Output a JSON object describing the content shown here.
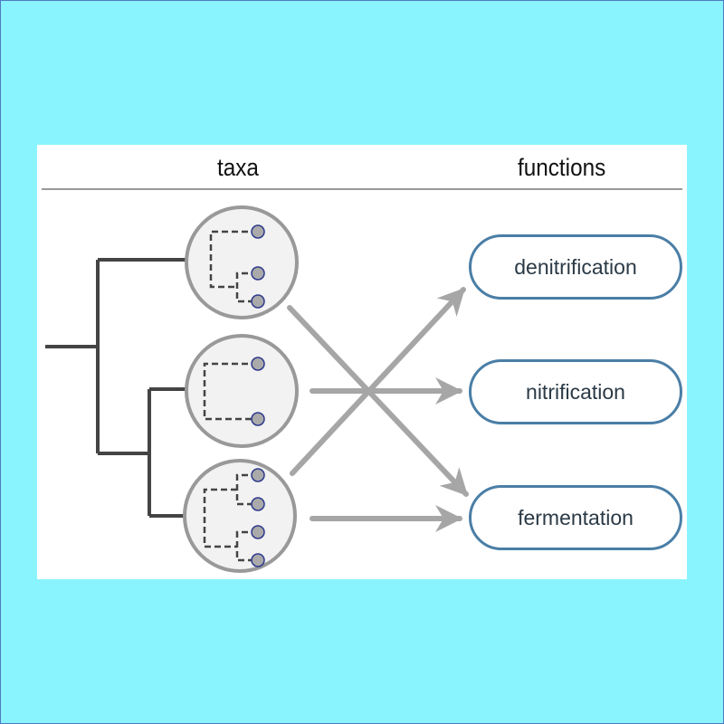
{
  "header": {
    "taxa_label": "taxa",
    "functions_label": "functions"
  },
  "functions": [
    {
      "id": "denitrification",
      "label": "denitrification"
    },
    {
      "id": "nitrification",
      "label": "nitrification"
    },
    {
      "id": "fermentation",
      "label": "fermentation"
    }
  ],
  "taxa_groups": [
    {
      "id": "group-1",
      "leaves": 3
    },
    {
      "id": "group-2",
      "leaves": 2
    },
    {
      "id": "group-3",
      "leaves": 4
    }
  ],
  "links": [
    {
      "from": "group-1",
      "to": "fermentation"
    },
    {
      "from": "group-2",
      "to": "nitrification"
    },
    {
      "from": "group-3",
      "to": "denitrification"
    },
    {
      "from": "group-3",
      "to": "fermentation"
    }
  ],
  "colors": {
    "background": "#8af4fe",
    "panel": "#ffffff",
    "tree": "#444444",
    "group_fill": "#f2f2f2",
    "group_stroke": "#999999",
    "leaf_fill": "#aaaaaa",
    "leaf_stroke": "#2d3a8c",
    "arrow": "#a6a6a6",
    "function_border": "#4a7ea6"
  }
}
